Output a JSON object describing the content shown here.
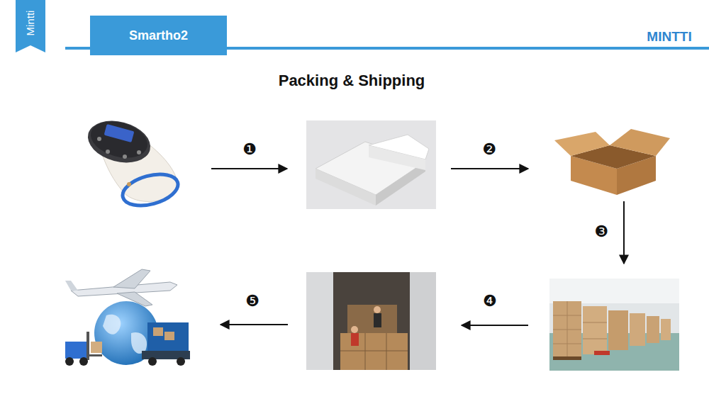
{
  "diagram": {
    "title": "Packing & Shipping",
    "nodes": [
      {
        "text": [
          "Mintti"
        ]
      },
      {
        "text": [
          "Smartho2"
        ]
      }
    ],
    "labels": [
      "MINTTI",
      "❶",
      "❷",
      "❸",
      "❹",
      "❺"
    ]
  }
}
